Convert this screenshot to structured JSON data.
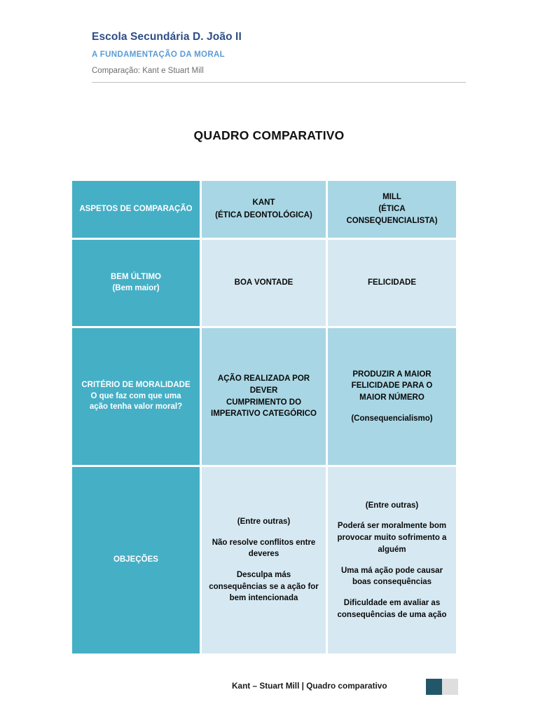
{
  "header": {
    "school_name": "Escola Secundária D. João II",
    "subject": "A FUNDAMENTAÇÃO DA MORAL",
    "caption": "Comparação: Kant e Stuart Mill"
  },
  "main_title": "QUADRO COMPARATIVO",
  "table": {
    "columns": [
      {
        "key": "aspect",
        "header_title": "ASPETOS DE COMPARAÇÃO",
        "header_sub": ""
      },
      {
        "key": "kant",
        "header_title": "KANT",
        "header_sub": "(ÉTICA DEONTOLÓGICA)"
      },
      {
        "key": "mill",
        "header_title": "MILL",
        "header_sub_line1": "(ÉTICA",
        "header_sub_line2": "CONSEQUENCIALISTA)"
      }
    ],
    "rows": [
      {
        "aspect_title": "BEM ÚLTIMO",
        "aspect_sub": "(Bem maior)",
        "kant": {
          "line1": "BOA VONTADE"
        },
        "mill": {
          "line1": "FELICIDADE"
        }
      },
      {
        "aspect_title": "CRITÉRIO DE MORALIDADE",
        "aspect_sub_line1": "O que faz com que uma",
        "aspect_sub_line2": "ação tenha valor moral?",
        "kant": {
          "line1": "AÇÃO REALIZADA POR",
          "line2": "DEVER",
          "line3": "CUMPRIMENTO DO",
          "line4": "IMPERATIVO CATEGÓRICO"
        },
        "mill": {
          "line1": "PRODUZIR A MAIOR",
          "line2": "FELICIDADE PARA O",
          "line3": "MAIOR NÚMERO",
          "line4": "(Consequencialismo)"
        }
      },
      {
        "aspect_title": "OBJEÇÕES",
        "aspect_sub": "",
        "kant": {
          "line1": "(Entre outras)",
          "line2": "Não resolve conflitos entre deveres",
          "line3": "Desculpa más consequências se a ação for bem intencionada"
        },
        "mill": {
          "line1": "(Entre outras)",
          "line2": "Poderá ser moralmente bom provocar muito sofrimento a alguém",
          "line3": "Uma má ação pode causar boas consequências",
          "line4": "Dificuldade em avaliar as consequências de uma ação"
        }
      }
    ]
  },
  "footer": {
    "text": "Kant – Stuart Mill | Quadro comparativo",
    "swatch_dark_color": "#22576A",
    "swatch_light_color": "#DEDEDE"
  },
  "colors": {
    "aspect_column": "#45AFC6",
    "shade_medium": "#A8D6E4",
    "shade_light": "#D6E9F2",
    "school_name": "#2E4D86",
    "subject": "#5B9BD5",
    "caption": "#6E6E6E"
  }
}
